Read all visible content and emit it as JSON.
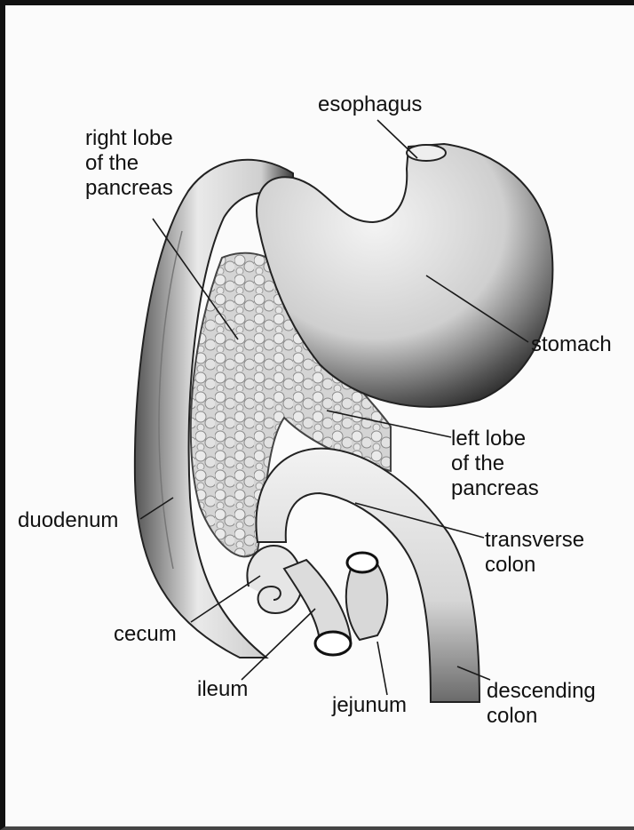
{
  "labels": {
    "esophagus": "esophagus",
    "right_lobe": [
      "right lobe",
      "of the",
      "pancreas"
    ],
    "stomach": "stomach",
    "left_lobe": [
      "left lobe",
      "of the",
      "pancreas"
    ],
    "duodenum": "duodenum",
    "transverse_colon": [
      "transverse",
      "colon"
    ],
    "cecum": "cecum",
    "ileum": "ileum",
    "jejunum": "jejunum",
    "descending_colon": [
      "descending",
      "colon"
    ]
  },
  "colors": {
    "line": "#1a1a1a",
    "text": "#111111",
    "organ_light": "#eeeeee",
    "organ_dark": "#2a2a2a",
    "pancreas": "#c8c8c8"
  }
}
